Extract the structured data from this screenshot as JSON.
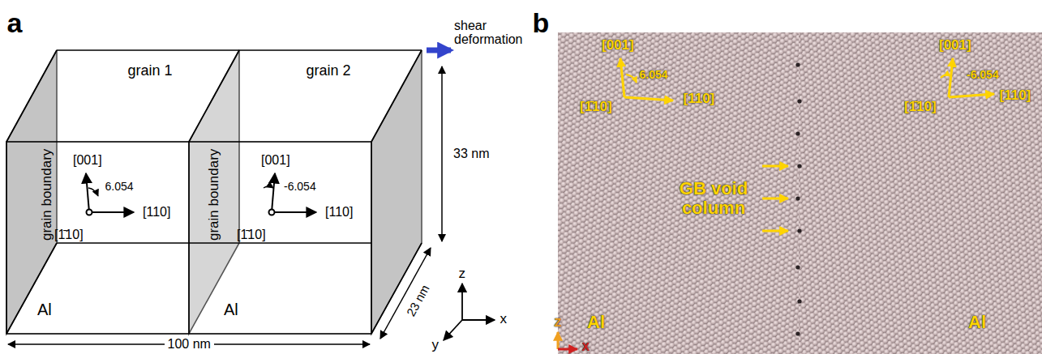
{
  "diagram": {
    "labels": [
      "a",
      "grain 1",
      "grain 2",
      "shear deformation",
      "grain boundary",
      "[001]",
      "6.054",
      "[110]",
      "[1̄10]",
      "grain boundary",
      "[001]",
      "-6.054",
      "[110]",
      "[1̄10]",
      "33 nm",
      "Al",
      "Al",
      "23 nm",
      "100 nm",
      "z",
      "y",
      "x",
      "b",
      "[001]",
      "6.054",
      "[110]",
      "[1̄10]",
      "[001]",
      "-6.054",
      "[110]",
      "[1̄10]",
      "GB void column",
      "Al",
      "Al",
      "Z",
      "X"
    ]
  }
}
